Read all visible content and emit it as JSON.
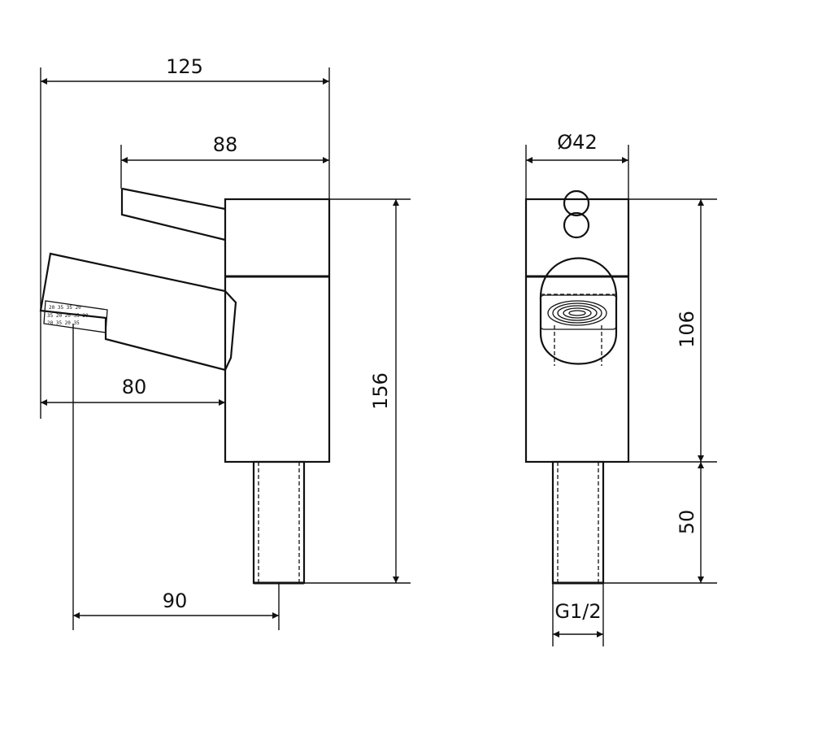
{
  "dimensions": {
    "side": {
      "overall_width": "125",
      "lever_reach": "88",
      "spout_reach": "80",
      "spout_to_shank": "90",
      "total_height": "156"
    },
    "front": {
      "diameter": "Ø42",
      "body_height": "106",
      "shank_length": "50",
      "thread": "G1/2"
    }
  }
}
